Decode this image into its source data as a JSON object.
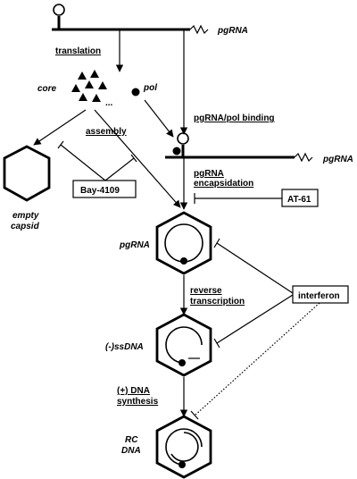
{
  "labels": {
    "pgrna_top": "pgRNA",
    "translation": "translation",
    "core": "core",
    "ellipsis": "...",
    "pol": "pol",
    "assembly": "assembly",
    "pgrna_pol_binding": "pgRNA/pol binding",
    "pgrna_right": "pgRNA",
    "pgrna_encaps_1": "pgRNA",
    "pgrna_encaps_2": "encapsidation",
    "bay": "Bay-4109",
    "at61": "AT-61",
    "empty_1": "empty",
    "empty_2": "capsid",
    "stage_pgrna": "pgRNA",
    "rt_1": "reverse",
    "rt_2": "transcription",
    "interferon": "interferon",
    "stage_ssdna": "(-)ssDNA",
    "dna_1": "(+) DNA",
    "dna_2": "synthesis",
    "rc_1": "RC",
    "rc_2": "DNA"
  }
}
